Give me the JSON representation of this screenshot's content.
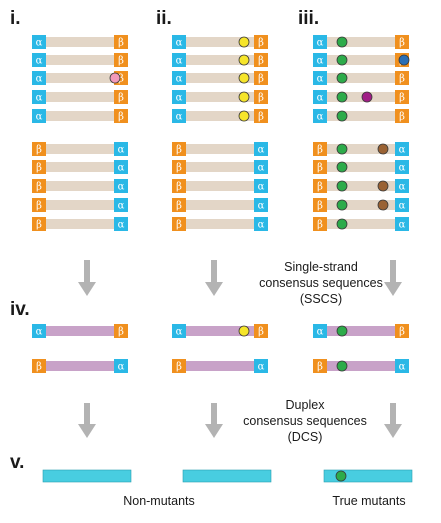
{
  "sections": {
    "i": "i.",
    "ii": "ii.",
    "iii": "iii.",
    "iv": "iv.",
    "v": "v."
  },
  "tags": {
    "alpha": "α",
    "beta": "β"
  },
  "annotations": {
    "sscs": [
      "Single-strand",
      "consensus sequences",
      "(SSCS)"
    ],
    "dcs": [
      "Duplex",
      "consensus sequences",
      "(DCS)"
    ]
  },
  "labels": {
    "non_mutants": "Non-mutants",
    "true_mutants": "True mutants"
  },
  "colors": {
    "read_bar": "#e3d6c7",
    "sscs_bar": "#c8a2c8",
    "dcs_bar": "#48cde0",
    "alpha_tag": "#2ab8e6",
    "beta_tag": "#f0901e",
    "arrow": "#b3b3b3",
    "mutation_pink": "#f29aba",
    "mutation_yellow": "#f6e52a",
    "mutation_green": "#2dab4a",
    "mutation_blue": "#2a6eb4",
    "mutation_magenta": "#a01e86",
    "mutation_brown": "#9a6233"
  },
  "columns": [
    {
      "id": "i",
      "top_group": {
        "left_tag": "alpha",
        "right_tag": "beta",
        "rows": [
          [],
          [],
          [
            "pink"
          ],
          [],
          []
        ]
      },
      "bottom_group": {
        "left_tag": "beta",
        "right_tag": "alpha",
        "rows": [
          [],
          [],
          [],
          [],
          []
        ]
      },
      "sscs": {
        "top": [],
        "bottom": []
      },
      "dcs": [],
      "caption_key": "non_mutants"
    },
    {
      "id": "ii",
      "top_group": {
        "left_tag": "alpha",
        "right_tag": "beta",
        "rows": [
          [
            "yellow"
          ],
          [
            "yellow"
          ],
          [
            "yellow"
          ],
          [
            "yellow"
          ],
          [
            "yellow"
          ]
        ]
      },
      "bottom_group": {
        "left_tag": "beta",
        "right_tag": "alpha",
        "rows": [
          [],
          [],
          [],
          [],
          []
        ]
      },
      "sscs": {
        "top": [
          "yellow"
        ],
        "bottom": []
      },
      "dcs": [],
      "caption_key": null
    },
    {
      "id": "iii",
      "top_group": {
        "left_tag": "alpha",
        "right_tag": "beta",
        "rows": [
          [
            "green"
          ],
          [
            "green",
            "blue"
          ],
          [
            "green"
          ],
          [
            "green",
            "magenta"
          ],
          [
            "green"
          ]
        ]
      },
      "bottom_group": {
        "left_tag": "beta",
        "right_tag": "alpha",
        "rows": [
          [
            "green",
            "brown-a"
          ],
          [
            "green"
          ],
          [
            "green",
            "brown-b"
          ],
          [
            "green",
            "brown-b"
          ],
          [
            "green"
          ]
        ]
      },
      "sscs": {
        "top": [
          "green"
        ],
        "bottom": [
          "green"
        ]
      },
      "dcs": [
        "green"
      ],
      "caption_key": "true_mutants"
    }
  ]
}
